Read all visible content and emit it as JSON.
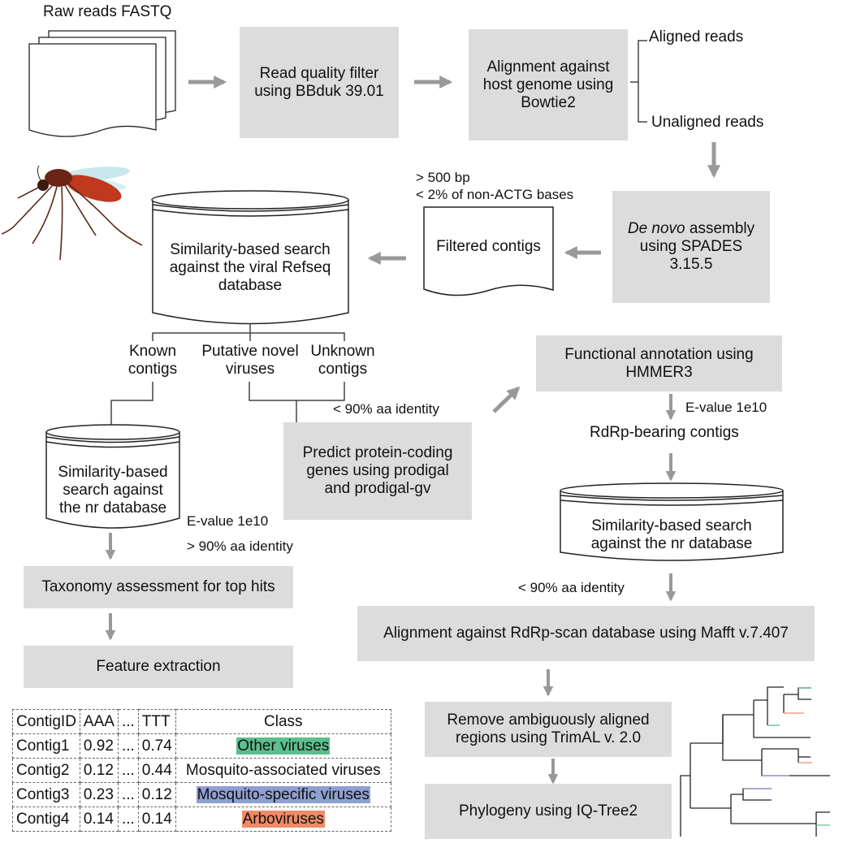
{
  "input": {
    "title": "Raw reads FASTQ"
  },
  "steps": {
    "quality_filter": "Read quality filter using BBduk 39.01",
    "host_alignment": "Alignment against host genome using Bowtie2",
    "aligned_reads": "Aligned reads",
    "unaligned_reads": "Unaligned reads",
    "assembly_italic": "De novo",
    "assembly_rest": "assembly using SPADES 3.15.5",
    "filter_criteria_1": "> 500 bp",
    "filter_criteria_2": "< 2% of non-ACTG bases",
    "filtered_contigs": "Filtered contigs",
    "refseq_search": "Similarity-based search against the viral Refseq database",
    "known_contigs": "Known contigs",
    "putative_novel": "Putative novel viruses",
    "unknown_contigs": "Unknown contigs",
    "aa_identity_lt90_a": "< 90% aa identity",
    "predict_genes": "Predict protein-coding genes using prodigal and prodigal-gv",
    "nr_search_left": "Similarity-based search against the nr database",
    "evalue_left": "E-value 1e10",
    "aa_identity_gt90": "> 90% aa identity",
    "taxonomy": "Taxonomy assessment for top hits",
    "feature_extraction": "Feature extraction",
    "functional_annotation": "Functional annotation using HMMER3",
    "evalue_right": "E-value 1e10",
    "rdrp_contigs": "RdRp-bearing contigs",
    "nr_search_right": "Similarity-based search against the nr database",
    "aa_identity_lt90_b": "< 90% aa identity",
    "rdrp_alignment": "Alignment against RdRp-scan database using Mafft v.7.407",
    "trimal": "Remove ambiguously aligned regions using TrimAL v. 2.0",
    "phylogeny": "Phylogeny using IQ-Tree2"
  },
  "table": {
    "headers": [
      "ContigID",
      "AAA",
      "...",
      "TTT",
      "Class"
    ],
    "rows": [
      {
        "id": "Contig1",
        "aaa": "0.92",
        "dots": "...",
        "ttt": "0.74",
        "cls": "Other viruses",
        "color": "#5bbf8f"
      },
      {
        "id": "Contig2",
        "aaa": "0.12",
        "dots": "...",
        "ttt": "0.44",
        "cls": "Mosquito-associated viruses",
        "color": ""
      },
      {
        "id": "Contig3",
        "aaa": "0.23",
        "dots": "...",
        "ttt": "0.12",
        "cls": "Mosquito-specific viruses",
        "color": "#8f9fd0"
      },
      {
        "id": "Contig4",
        "aaa": "0.14",
        "dots": "...",
        "ttt": "0.14",
        "cls": "Arboviruses",
        "color": "#f08a66"
      }
    ]
  },
  "colors": {
    "box_fill": "#dcdcdc",
    "arrow": "#999999",
    "other_viruses": "#5bbf8f",
    "mosquito_specific": "#8f9fd0",
    "arboviruses": "#f08a66"
  },
  "icons": [
    "document-stack-icon",
    "mosquito-icon",
    "database-cylinder-icon",
    "phylogenetic-tree-icon"
  ]
}
